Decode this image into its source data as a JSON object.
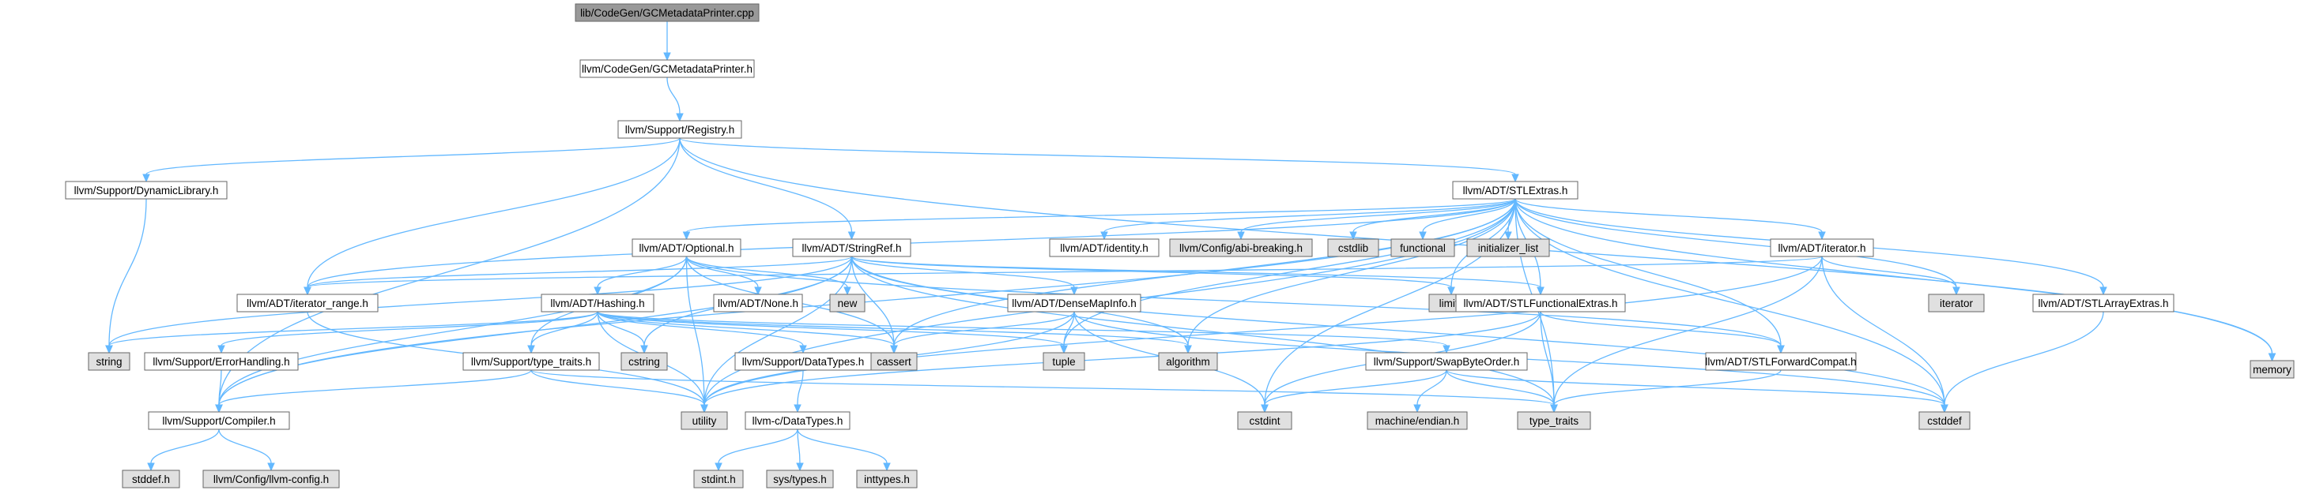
{
  "colors": {
    "root_fill": "#999999",
    "header_fill": "#ffffff",
    "system_fill": "#e0e0e0",
    "border": "#666666",
    "edge": "#63b8ff"
  },
  "nodes": [
    {
      "id": "gcmp_cpp",
      "label": "lib/CodeGen/GCMetadataPrinter.cpp",
      "kind": "root"
    },
    {
      "id": "gcmp_h",
      "label": "llvm/CodeGen/GCMetadataPrinter.h",
      "kind": "header"
    },
    {
      "id": "registry",
      "label": "llvm/Support/Registry.h",
      "kind": "header"
    },
    {
      "id": "dynlib",
      "label": "llvm/Support/DynamicLibrary.h",
      "kind": "header"
    },
    {
      "id": "stlextras",
      "label": "llvm/ADT/STLExtras.h",
      "kind": "header"
    },
    {
      "id": "memory",
      "label": "memory",
      "kind": "system"
    },
    {
      "id": "optional",
      "label": "llvm/ADT/Optional.h",
      "kind": "header"
    },
    {
      "id": "stringref",
      "label": "llvm/ADT/StringRef.h",
      "kind": "header"
    },
    {
      "id": "identity",
      "label": "llvm/ADT/identity.h",
      "kind": "header"
    },
    {
      "id": "abibreak",
      "label": "llvm/Config/abi-breaking.h",
      "kind": "system"
    },
    {
      "id": "cstdlib",
      "label": "cstdlib",
      "kind": "system"
    },
    {
      "id": "functional",
      "label": "functional",
      "kind": "system"
    },
    {
      "id": "initlist",
      "label": "initializer_list",
      "kind": "system"
    },
    {
      "id": "adtiterator",
      "label": "llvm/ADT/iterator.h",
      "kind": "header"
    },
    {
      "id": "iteratorsys",
      "label": "iterator",
      "kind": "system"
    },
    {
      "id": "starray",
      "label": "llvm/ADT/STLArrayExtras.h",
      "kind": "header"
    },
    {
      "id": "itrange",
      "label": "llvm/ADT/iterator_range.h",
      "kind": "header"
    },
    {
      "id": "hashing",
      "label": "llvm/ADT/Hashing.h",
      "kind": "header"
    },
    {
      "id": "none",
      "label": "llvm/ADT/None.h",
      "kind": "header"
    },
    {
      "id": "new",
      "label": "new",
      "kind": "system"
    },
    {
      "id": "densemap",
      "label": "llvm/ADT/DenseMapInfo.h",
      "kind": "header"
    },
    {
      "id": "limits",
      "label": "limits",
      "kind": "system"
    },
    {
      "id": "stlfunc",
      "label": "llvm/ADT/STLFunctionalExtras.h",
      "kind": "header"
    },
    {
      "id": "string",
      "label": "string",
      "kind": "system"
    },
    {
      "id": "errhandling",
      "label": "llvm/Support/ErrorHandling.h",
      "kind": "header"
    },
    {
      "id": "typetraitsh",
      "label": "llvm/Support/type_traits.h",
      "kind": "header"
    },
    {
      "id": "cstring",
      "label": "cstring",
      "kind": "system"
    },
    {
      "id": "datatypes",
      "label": "llvm/Support/DataTypes.h",
      "kind": "header"
    },
    {
      "id": "cassert",
      "label": "cassert",
      "kind": "system"
    },
    {
      "id": "tuple",
      "label": "tuple",
      "kind": "system"
    },
    {
      "id": "algorithm",
      "label": "algorithm",
      "kind": "system"
    },
    {
      "id": "swapbyte",
      "label": "llvm/Support/SwapByteOrder.h",
      "kind": "header"
    },
    {
      "id": "stlfwd",
      "label": "llvm/ADT/STLForwardCompat.h",
      "kind": "header"
    },
    {
      "id": "compiler",
      "label": "llvm/Support/Compiler.h",
      "kind": "header"
    },
    {
      "id": "utility",
      "label": "utility",
      "kind": "system"
    },
    {
      "id": "cdatatypes",
      "label": "llvm-c/DataTypes.h",
      "kind": "header"
    },
    {
      "id": "cstdint",
      "label": "cstdint",
      "kind": "system"
    },
    {
      "id": "machendian",
      "label": "machine/endian.h",
      "kind": "system"
    },
    {
      "id": "typetraits",
      "label": "type_traits",
      "kind": "system"
    },
    {
      "id": "cstddef",
      "label": "cstddef",
      "kind": "system"
    },
    {
      "id": "stddef",
      "label": "stddef.h",
      "kind": "system"
    },
    {
      "id": "llvmconfig",
      "label": "llvm/Config/llvm-config.h",
      "kind": "system"
    },
    {
      "id": "stdint",
      "label": "stdint.h",
      "kind": "system"
    },
    {
      "id": "systypes",
      "label": "sys/types.h",
      "kind": "system"
    },
    {
      "id": "inttypes",
      "label": "inttypes.h",
      "kind": "system"
    }
  ],
  "edges": [
    [
      "gcmp_cpp",
      "gcmp_h"
    ],
    [
      "gcmp_h",
      "registry"
    ],
    [
      "registry",
      "dynlib"
    ],
    [
      "registry",
      "stlextras"
    ],
    [
      "registry",
      "memory"
    ],
    [
      "registry",
      "stringref"
    ],
    [
      "registry",
      "itrange"
    ],
    [
      "registry",
      "compiler"
    ],
    [
      "dynlib",
      "string"
    ],
    [
      "stlextras",
      "memory"
    ],
    [
      "stlextras",
      "optional"
    ],
    [
      "stlextras",
      "identity"
    ],
    [
      "stlextras",
      "abibreak"
    ],
    [
      "stlextras",
      "cstdlib"
    ],
    [
      "stlextras",
      "functional"
    ],
    [
      "stlextras",
      "initlist"
    ],
    [
      "stlextras",
      "adtiterator"
    ],
    [
      "stlextras",
      "iteratorsys"
    ],
    [
      "stlextras",
      "starray"
    ],
    [
      "stlextras",
      "itrange"
    ],
    [
      "stlextras",
      "stlfunc"
    ],
    [
      "stlextras",
      "stlfwd"
    ],
    [
      "stlextras",
      "limits"
    ],
    [
      "stlextras",
      "tuple"
    ],
    [
      "stlextras",
      "cassert"
    ],
    [
      "stlextras",
      "utility"
    ],
    [
      "stlextras",
      "cstdint"
    ],
    [
      "stlextras",
      "typetraits"
    ],
    [
      "stlextras",
      "cstddef"
    ],
    [
      "stlextras",
      "algorithm"
    ],
    [
      "stlextras",
      "compiler"
    ],
    [
      "optional",
      "hashing"
    ],
    [
      "optional",
      "none"
    ],
    [
      "optional",
      "new"
    ],
    [
      "optional",
      "typetraitsh"
    ],
    [
      "optional",
      "compiler"
    ],
    [
      "optional",
      "cassert"
    ],
    [
      "optional",
      "stlfwd"
    ],
    [
      "optional",
      "utility"
    ],
    [
      "stringref",
      "itrange"
    ],
    [
      "stringref",
      "densemap"
    ],
    [
      "stringref",
      "limits"
    ],
    [
      "stringref",
      "stlfunc"
    ],
    [
      "stringref",
      "string"
    ],
    [
      "stringref",
      "cstring"
    ],
    [
      "stringref",
      "algorithm"
    ],
    [
      "stringref",
      "cassert"
    ],
    [
      "stringref",
      "cstddef"
    ],
    [
      "stringref",
      "typetraits"
    ],
    [
      "stringref",
      "utility"
    ],
    [
      "stringref",
      "compiler"
    ],
    [
      "hashing",
      "errhandling"
    ],
    [
      "hashing",
      "swapbyte"
    ],
    [
      "hashing",
      "typetraitsh"
    ],
    [
      "hashing",
      "datatypes"
    ],
    [
      "hashing",
      "string"
    ],
    [
      "hashing",
      "cstring"
    ],
    [
      "hashing",
      "cassert"
    ],
    [
      "hashing",
      "tuple"
    ],
    [
      "hashing",
      "algorithm"
    ],
    [
      "hashing",
      "utility"
    ],
    [
      "densemap",
      "cassert"
    ],
    [
      "densemap",
      "tuple"
    ],
    [
      "densemap",
      "cstdint"
    ],
    [
      "densemap",
      "cstddef"
    ],
    [
      "densemap",
      "utility"
    ],
    [
      "adtiterator",
      "itrange"
    ],
    [
      "adtiterator",
      "iteratorsys"
    ],
    [
      "adtiterator",
      "cstddef"
    ],
    [
      "adtiterator",
      "typetraits"
    ],
    [
      "adtiterator",
      "utility"
    ],
    [
      "starray",
      "cstddef"
    ],
    [
      "stlfunc",
      "stlfwd"
    ],
    [
      "stlfunc",
      "cstdint"
    ],
    [
      "stlfunc",
      "typetraits"
    ],
    [
      "stlfunc",
      "utility"
    ],
    [
      "itrange",
      "utility"
    ],
    [
      "errhandling",
      "compiler"
    ],
    [
      "typetraitsh",
      "compiler"
    ],
    [
      "typetraitsh",
      "utility"
    ],
    [
      "typetraitsh",
      "typetraits"
    ],
    [
      "datatypes",
      "cdatatypes"
    ],
    [
      "swapbyte",
      "machendian"
    ],
    [
      "swapbyte",
      "cstdint"
    ],
    [
      "swapbyte",
      "typetraits"
    ],
    [
      "swapbyte",
      "cstddef"
    ],
    [
      "stlfwd",
      "typetraits"
    ],
    [
      "compiler",
      "stddef"
    ],
    [
      "compiler",
      "llvmconfig"
    ],
    [
      "cdatatypes",
      "stdint"
    ],
    [
      "cdatatypes",
      "systypes"
    ],
    [
      "cdatatypes",
      "inttypes"
    ]
  ]
}
